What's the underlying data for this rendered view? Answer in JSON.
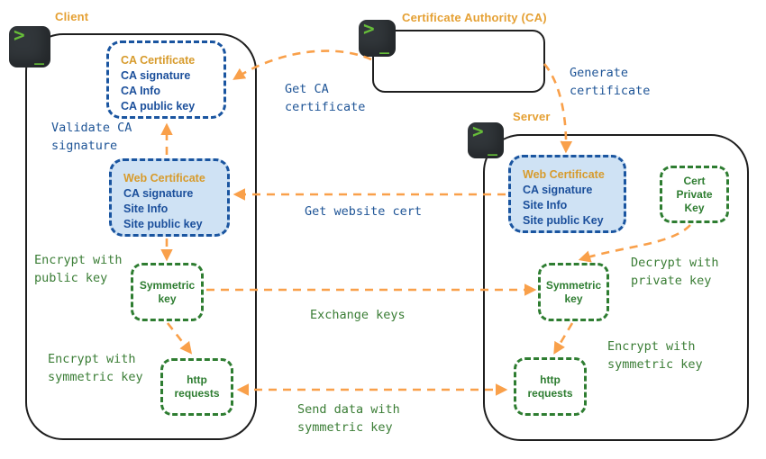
{
  "colors": {
    "amber_title": "#e5a033",
    "gold_box_title": "#d79b2c",
    "blue_text": "#1b4f9b",
    "blue_border": "#1a55a0",
    "blue_fill": "#cfe2f4",
    "green": "#2e7d31",
    "green_text": "#3a7d35",
    "arrow_orange": "#f9a04a",
    "terminal_bg": "#31363a",
    "terminal_glyph": "#66bd39",
    "outline_black": "#1e1e1e"
  },
  "icons": {
    "terminal_prompt": ">",
    "terminal_cursor": "_"
  },
  "nodes": {
    "client": {
      "label": "Client"
    },
    "ca": {
      "label": "Certificate Authority (CA)"
    },
    "server": {
      "label": "Server"
    }
  },
  "boxes": {
    "ca_certificate": {
      "title": "CA Certificate",
      "lines": [
        "CA signature",
        "CA Info",
        "CA public key"
      ]
    },
    "client_web_certificate": {
      "title": "Web Certificate",
      "lines": [
        "CA signature",
        "Site Info",
        "Site public key"
      ]
    },
    "server_web_certificate": {
      "title": "Web Certificate",
      "lines": [
        "CA signature",
        "Site Info",
        "Site public Key"
      ]
    },
    "cert_private_key": {
      "label": "Cert Private Key"
    },
    "client_symmetric_key": {
      "label": "Symmetric key"
    },
    "server_symmetric_key": {
      "label": "Symmetric key"
    },
    "client_http_requests": {
      "label": "http requests"
    },
    "server_http_requests": {
      "label": "http requests"
    }
  },
  "annotations": {
    "validate_ca_signature": "Validate CA\nsignature",
    "get_ca_certificate": "Get CA\ncertificate",
    "generate_certificate": "Generate\ncertificate",
    "get_website_cert": "Get website cert",
    "encrypt_with_public_key": "Encrypt with\npublic key",
    "exchange_keys": "Exchange keys",
    "decrypt_with_private_key": "Decrypt with\nprivate key",
    "encrypt_with_symmetric_key_client": "Encrypt with\nsymmetric key",
    "encrypt_with_symmetric_key_server": "Encrypt with\nsymmetric key",
    "send_data_with_symmetric_key": "Send data with\nsymmetric key"
  }
}
